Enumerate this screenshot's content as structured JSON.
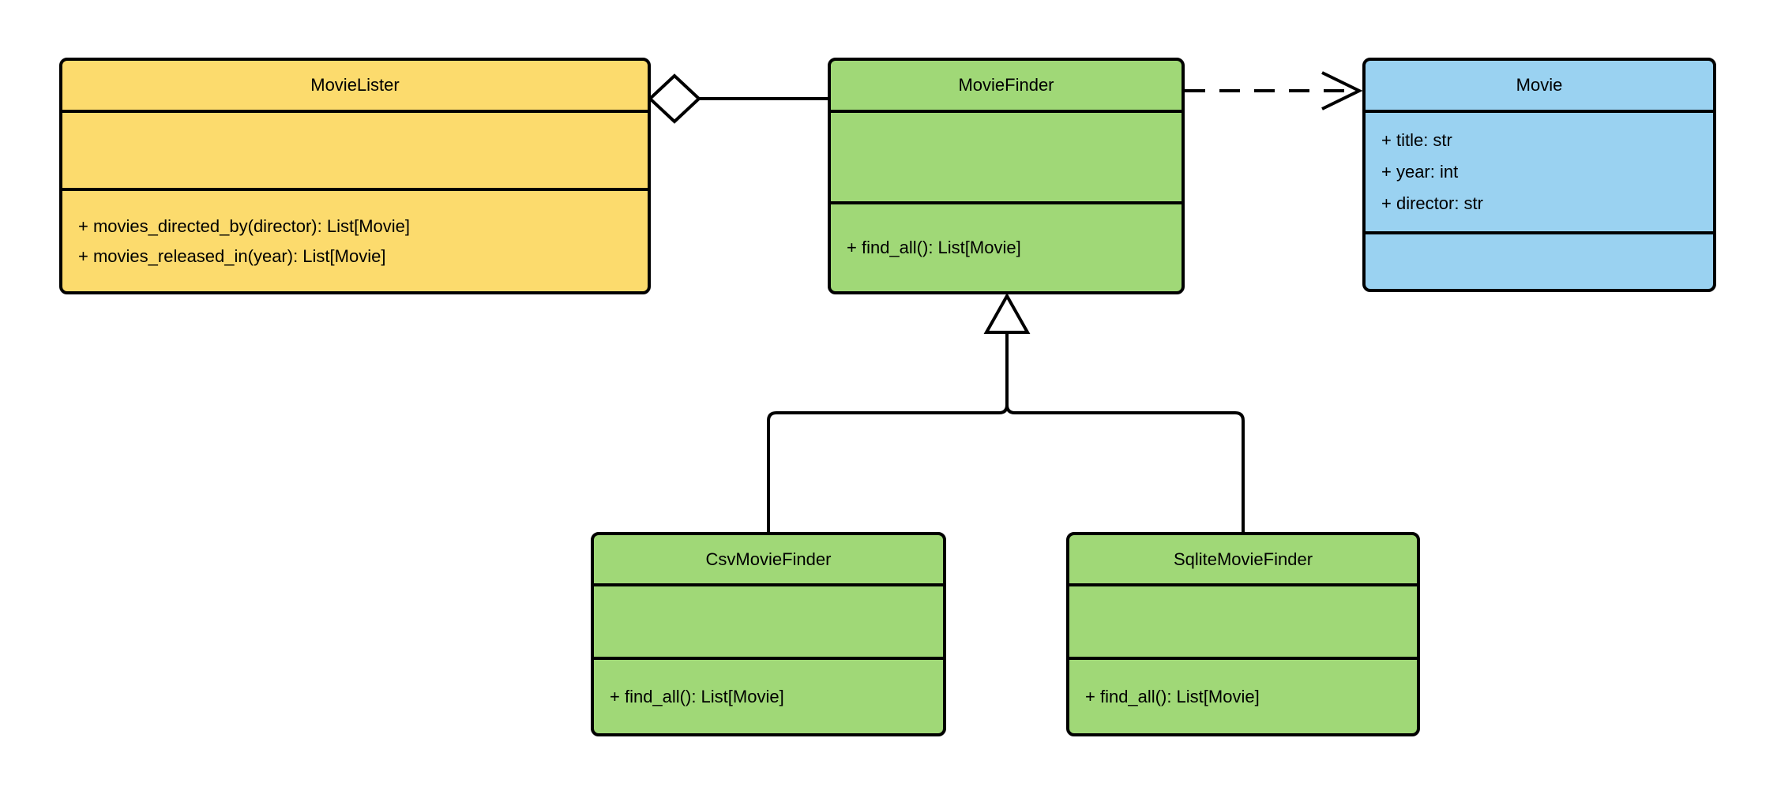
{
  "diagram": {
    "type": "uml-class-diagram",
    "background": "#ffffff",
    "stroke_color": "#000000",
    "classes": [
      {
        "name": "MovieLister",
        "fill": "#FCDB6D",
        "attributes": [],
        "methods": [
          "+ movies_directed_by(director): List[Movie]",
          "+ movies_released_in(year): List[Movie]"
        ]
      },
      {
        "name": "MovieFinder",
        "fill": "#A0D877",
        "attributes": [],
        "methods": [
          "+ find_all(): List[Movie]"
        ]
      },
      {
        "name": "Movie",
        "fill": "#9AD2F1",
        "attributes": [
          "+ title: str",
          "+ year: int",
          "+ director: str"
        ],
        "methods": []
      },
      {
        "name": "CsvMovieFinder",
        "fill": "#A0D877",
        "attributes": [],
        "methods": [
          "+ find_all(): List[Movie]"
        ]
      },
      {
        "name": "SqliteMovieFinder",
        "fill": "#A0D877",
        "attributes": [],
        "methods": [
          "+ find_all(): List[Movie]"
        ]
      }
    ],
    "relationships": [
      {
        "type": "aggregation",
        "from": "MovieLister",
        "to": "MovieFinder"
      },
      {
        "type": "dependency",
        "from": "MovieFinder",
        "to": "Movie"
      },
      {
        "type": "inheritance",
        "from": "CsvMovieFinder",
        "to": "MovieFinder"
      },
      {
        "type": "inheritance",
        "from": "SqliteMovieFinder",
        "to": "MovieFinder"
      }
    ]
  }
}
